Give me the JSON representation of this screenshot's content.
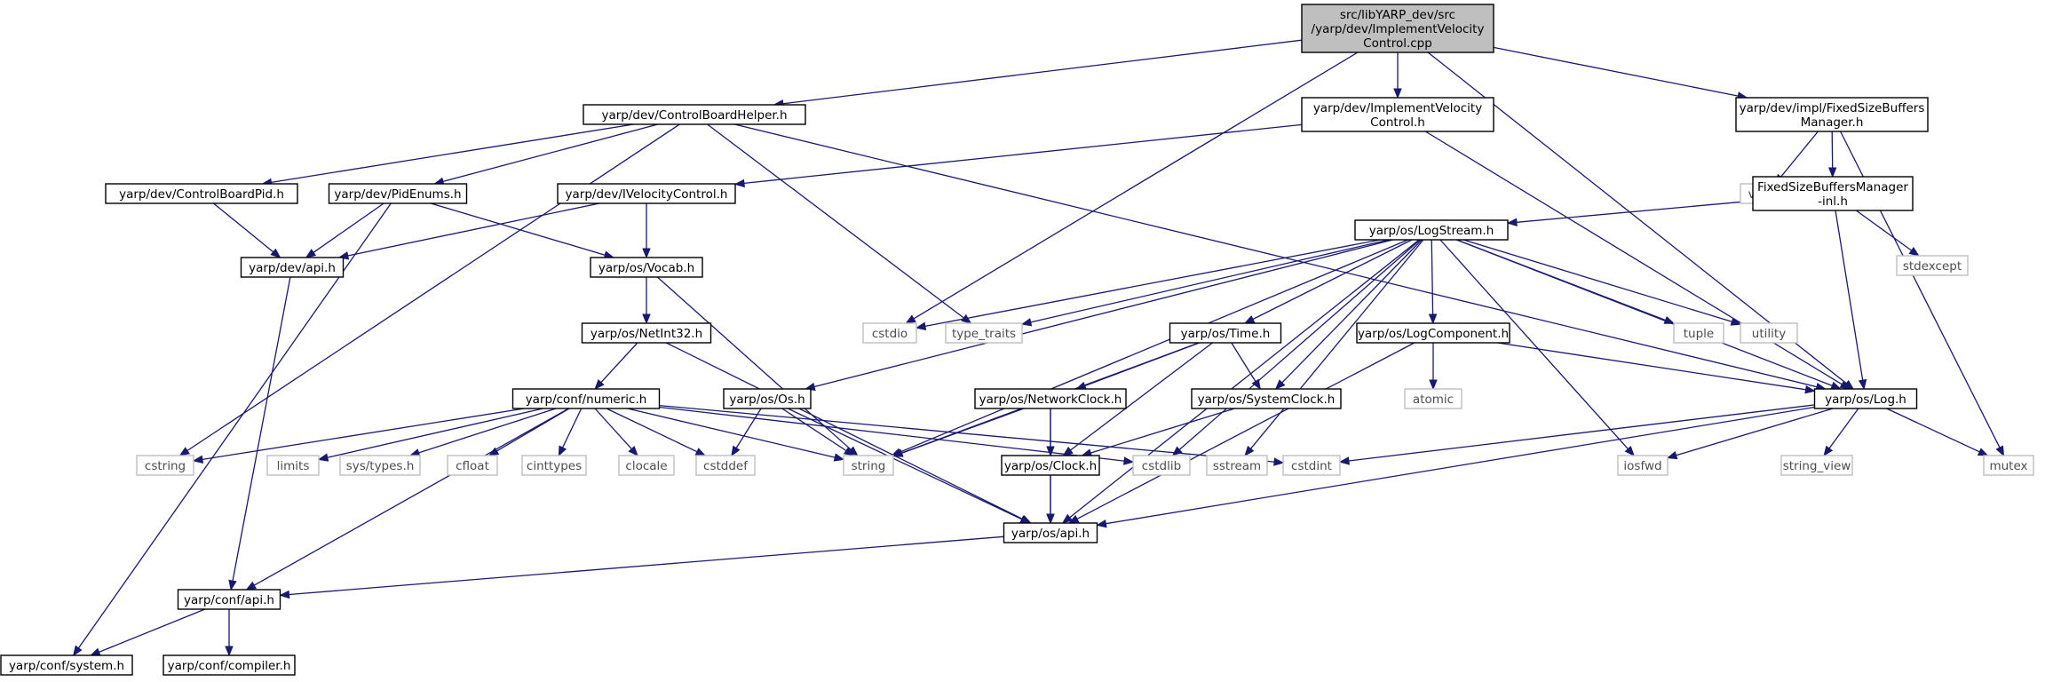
{
  "colors": {
    "edge": "#191970",
    "box_border": "#000000",
    "box_fill": "#ffffff",
    "root_fill": "#bfbfbf",
    "external_border": "#bfbfbf",
    "text": "#000000",
    "external_text": "#4d4d4d"
  },
  "nodes": {
    "root": {
      "lines": [
        "src/libYARP_dev/src",
        "/yarp/dev/ImplementVelocity",
        "Control.cpp"
      ],
      "kind": "root"
    },
    "cbh": {
      "lines": [
        "yarp/dev/ControlBoardHelper.h"
      ],
      "kind": "header"
    },
    "ivc": {
      "lines": [
        "yarp/dev/ImplementVelocity",
        "Control.h"
      ],
      "kind": "header"
    },
    "fsbm": {
      "lines": [
        "yarp/dev/impl/FixedSizeBuffers",
        "Manager.h"
      ],
      "kind": "header"
    },
    "cbpid": {
      "lines": [
        "yarp/dev/ControlBoardPid.h"
      ],
      "kind": "header"
    },
    "pidenums": {
      "lines": [
        "yarp/dev/PidEnums.h"
      ],
      "kind": "header"
    },
    "ivelctrl": {
      "lines": [
        "yarp/dev/IVelocityControl.h"
      ],
      "kind": "header"
    },
    "vector": {
      "lines": [
        "vector"
      ],
      "kind": "external"
    },
    "fsbminl": {
      "lines": [
        "FixedSizeBuffersManager",
        "-inl.h"
      ],
      "kind": "header"
    },
    "devapi": {
      "lines": [
        "yarp/dev/api.h"
      ],
      "kind": "header"
    },
    "vocab": {
      "lines": [
        "yarp/os/Vocab.h"
      ],
      "kind": "header"
    },
    "logstream": {
      "lines": [
        "yarp/os/LogStream.h"
      ],
      "kind": "header"
    },
    "stdexcept": {
      "lines": [
        "stdexcept"
      ],
      "kind": "external"
    },
    "cstdio": {
      "lines": [
        "cstdio"
      ],
      "kind": "external"
    },
    "typetraits": {
      "lines": [
        "type_traits"
      ],
      "kind": "external"
    },
    "netint32": {
      "lines": [
        "yarp/os/NetInt32.h"
      ],
      "kind": "header"
    },
    "time": {
      "lines": [
        "yarp/os/Time.h"
      ],
      "kind": "header"
    },
    "logcomp": {
      "lines": [
        "yarp/os/LogComponent.h"
      ],
      "kind": "header"
    },
    "tuple": {
      "lines": [
        "tuple"
      ],
      "kind": "external"
    },
    "utility": {
      "lines": [
        "utility"
      ],
      "kind": "external"
    },
    "numeric": {
      "lines": [
        "yarp/conf/numeric.h"
      ],
      "kind": "header"
    },
    "os": {
      "lines": [
        "yarp/os/Os.h"
      ],
      "kind": "header"
    },
    "netclock": {
      "lines": [
        "yarp/os/NetworkClock.h"
      ],
      "kind": "header"
    },
    "sysclock": {
      "lines": [
        "yarp/os/SystemClock.h"
      ],
      "kind": "header"
    },
    "atomic": {
      "lines": [
        "atomic"
      ],
      "kind": "external"
    },
    "log": {
      "lines": [
        "yarp/os/Log.h"
      ],
      "kind": "header"
    },
    "cstring": {
      "lines": [
        "cstring"
      ],
      "kind": "external"
    },
    "limits": {
      "lines": [
        "limits"
      ],
      "kind": "external"
    },
    "systypes": {
      "lines": [
        "sys/types.h"
      ],
      "kind": "external"
    },
    "cfloat": {
      "lines": [
        "cfloat"
      ],
      "kind": "external"
    },
    "cinttypes": {
      "lines": [
        "cinttypes"
      ],
      "kind": "external"
    },
    "clocale": {
      "lines": [
        "clocale"
      ],
      "kind": "external"
    },
    "cstddef": {
      "lines": [
        "cstddef"
      ],
      "kind": "external"
    },
    "string": {
      "lines": [
        "string"
      ],
      "kind": "external"
    },
    "clock": {
      "lines": [
        "yarp/os/Clock.h"
      ],
      "kind": "header"
    },
    "cstdlib": {
      "lines": [
        "cstdlib"
      ],
      "kind": "external"
    },
    "sstream": {
      "lines": [
        "sstream"
      ],
      "kind": "external"
    },
    "cstdint": {
      "lines": [
        "cstdint"
      ],
      "kind": "external"
    },
    "iosfwd": {
      "lines": [
        "iosfwd"
      ],
      "kind": "external"
    },
    "stringview": {
      "lines": [
        "string_view"
      ],
      "kind": "external"
    },
    "mutex": {
      "lines": [
        "mutex"
      ],
      "kind": "external"
    },
    "osapi": {
      "lines": [
        "yarp/os/api.h"
      ],
      "kind": "header"
    },
    "confapi": {
      "lines": [
        "yarp/conf/api.h"
      ],
      "kind": "header"
    },
    "system": {
      "lines": [
        "yarp/conf/system.h"
      ],
      "kind": "header"
    },
    "compiler": {
      "lines": [
        "yarp/conf/compiler.h"
      ],
      "kind": "header"
    }
  },
  "edges": [
    [
      "root",
      "cbh"
    ],
    [
      "root",
      "ivc"
    ],
    [
      "root",
      "fsbm"
    ],
    [
      "root",
      "cstdio"
    ],
    [
      "root",
      "log"
    ],
    [
      "cbh",
      "cbpid"
    ],
    [
      "cbh",
      "pidenums"
    ],
    [
      "cbh",
      "cstring"
    ],
    [
      "cbh",
      "typetraits"
    ],
    [
      "cbh",
      "log"
    ],
    [
      "ivc",
      "ivelctrl"
    ],
    [
      "ivc",
      "log"
    ],
    [
      "fsbm",
      "vector"
    ],
    [
      "fsbm",
      "fsbminl"
    ],
    [
      "fsbm",
      "mutex"
    ],
    [
      "cbpid",
      "devapi"
    ],
    [
      "pidenums",
      "devapi"
    ],
    [
      "pidenums",
      "vocab"
    ],
    [
      "pidenums",
      "system"
    ],
    [
      "ivelctrl",
      "devapi"
    ],
    [
      "ivelctrl",
      "vocab"
    ],
    [
      "fsbminl",
      "logstream"
    ],
    [
      "fsbminl",
      "stdexcept"
    ],
    [
      "fsbminl",
      "log"
    ],
    [
      "devapi",
      "confapi"
    ],
    [
      "vocab",
      "netint32"
    ],
    [
      "vocab",
      "string"
    ],
    [
      "logstream",
      "cstdio"
    ],
    [
      "logstream",
      "typetraits"
    ],
    [
      "logstream",
      "time"
    ],
    [
      "logstream",
      "logcomp"
    ],
    [
      "logstream",
      "tuple"
    ],
    [
      "logstream",
      "utility"
    ],
    [
      "logstream",
      "log"
    ],
    [
      "logstream",
      "os"
    ],
    [
      "logstream",
      "sysclock"
    ],
    [
      "logstream",
      "string"
    ],
    [
      "logstream",
      "cstdlib"
    ],
    [
      "logstream",
      "sstream"
    ],
    [
      "logstream",
      "iosfwd"
    ],
    [
      "logstream",
      "osapi"
    ],
    [
      "netint32",
      "numeric"
    ],
    [
      "netint32",
      "osapi"
    ],
    [
      "time",
      "netclock"
    ],
    [
      "time",
      "sysclock"
    ],
    [
      "time",
      "clock"
    ],
    [
      "time",
      "string"
    ],
    [
      "logcomp",
      "atomic"
    ],
    [
      "logcomp",
      "log"
    ],
    [
      "logcomp",
      "osapi"
    ],
    [
      "numeric",
      "cstring"
    ],
    [
      "numeric",
      "limits"
    ],
    [
      "numeric",
      "systypes"
    ],
    [
      "numeric",
      "cfloat"
    ],
    [
      "numeric",
      "cinttypes"
    ],
    [
      "numeric",
      "clocale"
    ],
    [
      "numeric",
      "cstddef"
    ],
    [
      "numeric",
      "string"
    ],
    [
      "numeric",
      "cstdlib"
    ],
    [
      "numeric",
      "cstdint"
    ],
    [
      "numeric",
      "confapi"
    ],
    [
      "os",
      "cstddef"
    ],
    [
      "os",
      "string"
    ],
    [
      "os",
      "osapi"
    ],
    [
      "netclock",
      "clock"
    ],
    [
      "netclock",
      "string"
    ],
    [
      "netclock",
      "osapi"
    ],
    [
      "sysclock",
      "clock"
    ],
    [
      "log",
      "cstdint"
    ],
    [
      "log",
      "iosfwd"
    ],
    [
      "log",
      "stringview"
    ],
    [
      "log",
      "mutex"
    ],
    [
      "log",
      "osapi"
    ],
    [
      "clock",
      "osapi"
    ],
    [
      "osapi",
      "confapi"
    ],
    [
      "confapi",
      "system"
    ],
    [
      "confapi",
      "compiler"
    ]
  ]
}
